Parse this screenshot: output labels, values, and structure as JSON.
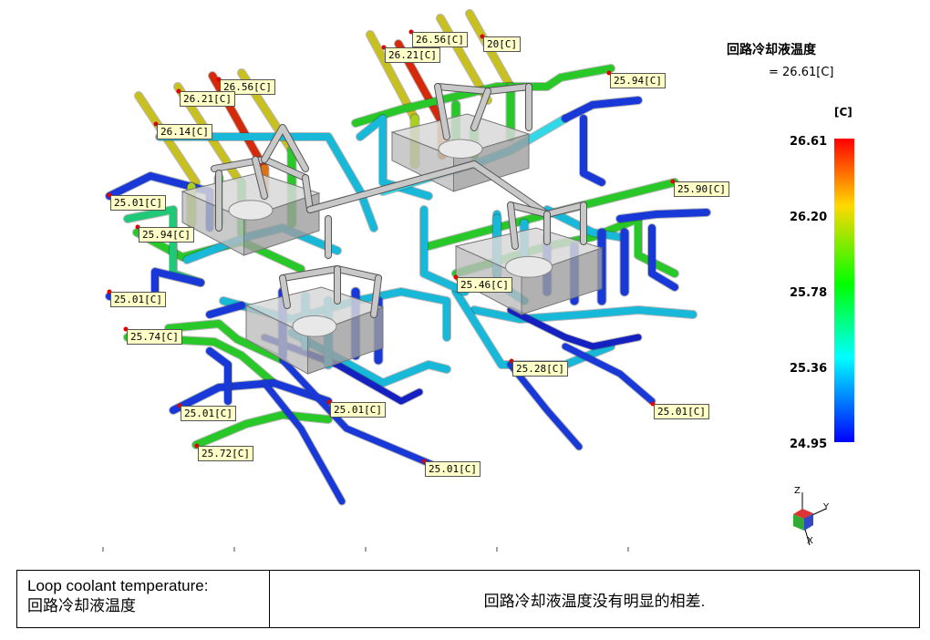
{
  "legend": {
    "title": "回路冷却液温度",
    "value": "= 26.61[C]",
    "unit": "[C]",
    "ticks": [
      "26.61",
      "26.20",
      "25.78",
      "25.36",
      "24.95"
    ]
  },
  "probes": [
    {
      "text": "26.56[C]"
    },
    {
      "text": "26.21[C]"
    },
    {
      "text": "20[C]"
    },
    {
      "text": "25.94[C]"
    },
    {
      "text": "26.56[C]"
    },
    {
      "text": "26.21[C]"
    },
    {
      "text": "26.14[C]"
    },
    {
      "text": "25.01[C]"
    },
    {
      "text": "25.94[C]"
    },
    {
      "text": "25.90[C]"
    },
    {
      "text": "25.01[C]"
    },
    {
      "text": "25.46[C]"
    },
    {
      "text": "25.74[C]"
    },
    {
      "text": "25.28[C]"
    },
    {
      "text": "25.01[C]"
    },
    {
      "text": "25.01[C]"
    },
    {
      "text": "25.01[C]"
    },
    {
      "text": "25.72[C]"
    },
    {
      "text": "25.01[C]"
    }
  ],
  "axes": {
    "z": "Z",
    "y": "Y",
    "x": "X"
  },
  "caption": {
    "left_en": "Loop coolant temperature:",
    "left_cn": "回路冷却液温度",
    "right": "回路冷却液温度没有明显的相差."
  }
}
